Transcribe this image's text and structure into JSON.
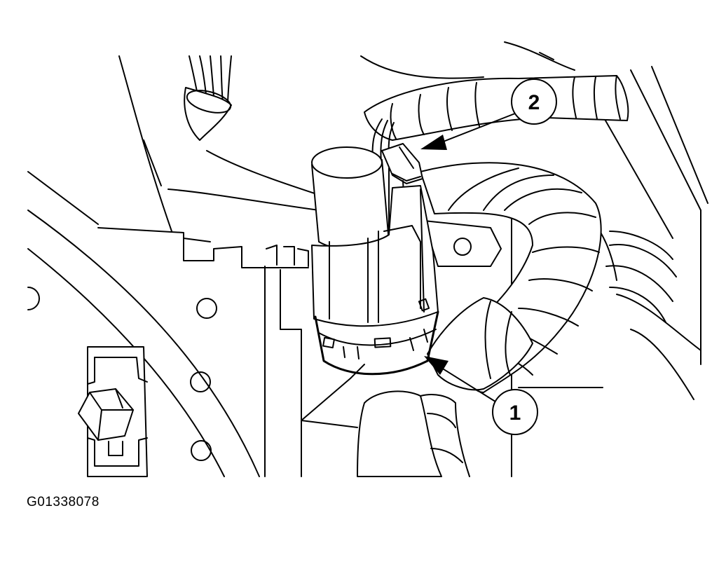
{
  "figure_code": "G01338078",
  "callouts": [
    {
      "label": "1"
    },
    {
      "label": "2"
    }
  ],
  "colors": {
    "line": "#000000",
    "background": "#ffffff"
  }
}
